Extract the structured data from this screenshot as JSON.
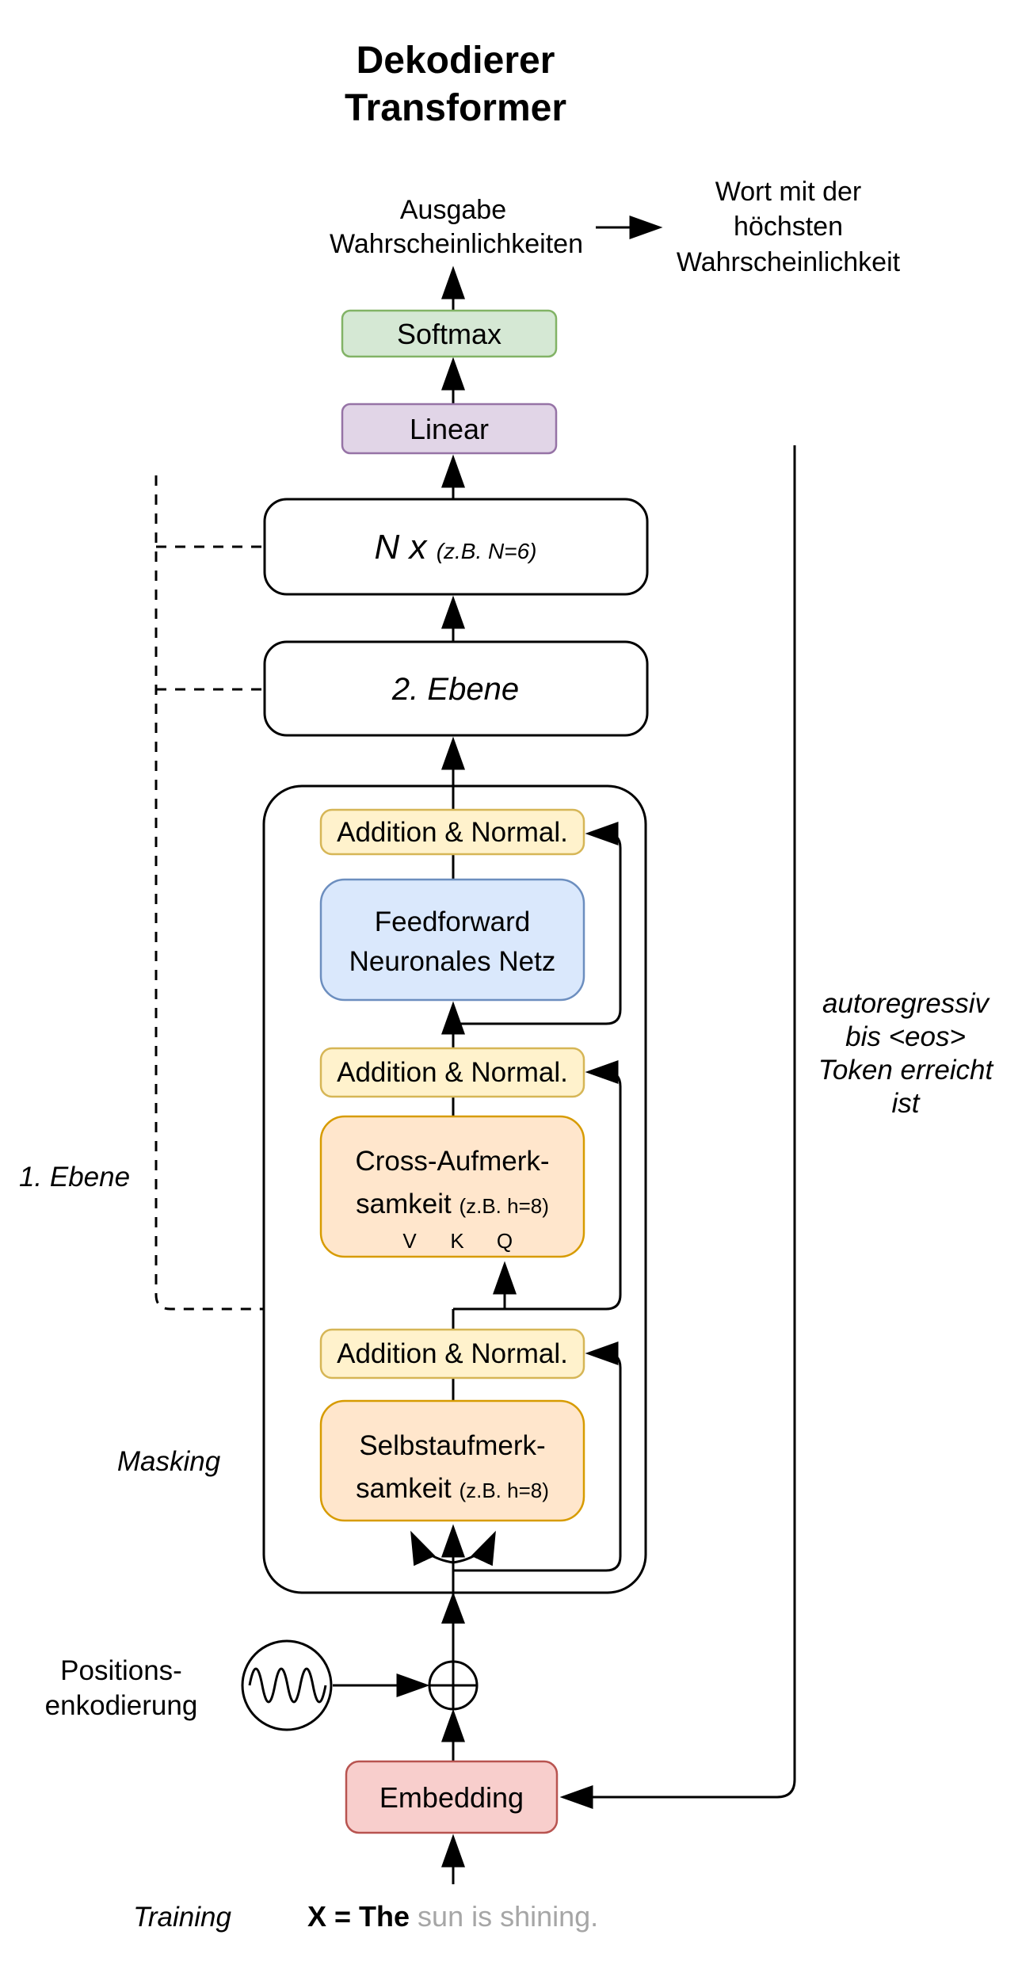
{
  "title": {
    "line1": "Dekodierer",
    "line2": "Transformer"
  },
  "output_label": {
    "line1": "Ausgabe",
    "line2": "Wahrscheinlichkeiten"
  },
  "result_label": {
    "line1": "Wort mit der",
    "line2": "höchsten",
    "line3": "Wahrscheinlichkeit"
  },
  "blocks": {
    "softmax": "Softmax",
    "linear": "Linear",
    "nx_main": "N x ",
    "nx_note": "(z.B. N=6)",
    "layer2": "2. Ebene",
    "addnorm_ffn": "Addition & Normal.",
    "addnorm_cross": "Addition & Normal.",
    "addnorm_self": "Addition & Normal.",
    "ffn_line1": "Feedforward",
    "ffn_line2": "Neuronales Netz",
    "cross_line1": "Cross-Aufmerk-",
    "cross_line2": "samkeit ",
    "cross_note": "(z.B. h=8)",
    "self_line1": "Selbstaufmerk-",
    "self_line2": "samkeit ",
    "self_note": "(z.B. h=8)",
    "embedding": "Embedding"
  },
  "attention_inputs": {
    "v": "V",
    "k": "K",
    "q": "Q"
  },
  "annotations": {
    "layer1": "1. Ebene",
    "masking": "Masking",
    "training": "Training",
    "autoregressive_line1": "autoregressiv",
    "autoregressive_line2": "bis <eos>",
    "autoregressive_line3": "Token erreicht",
    "autoregressive_line4": "ist",
    "positional_line1": "Positions-",
    "positional_line2": "enkodierung",
    "input_prefix": "X = The ",
    "input_continuation": "sun is shining."
  },
  "palette": {
    "green_fill": "#d5e8d4",
    "green_stroke": "#82b366",
    "purple_fill": "#e1d5e7",
    "purple_stroke": "#9673a6",
    "yellow_fill": "#fff2cc",
    "yellow_stroke": "#d6b656",
    "blue_fill": "#dae8fc",
    "blue_stroke": "#6c8ebf",
    "orange_fill": "#ffe6cc",
    "orange_stroke": "#d79b00",
    "red_fill": "#f8cecc",
    "red_stroke": "#b85450",
    "line": "#000000",
    "muted_text": "#a6a6a6"
  }
}
